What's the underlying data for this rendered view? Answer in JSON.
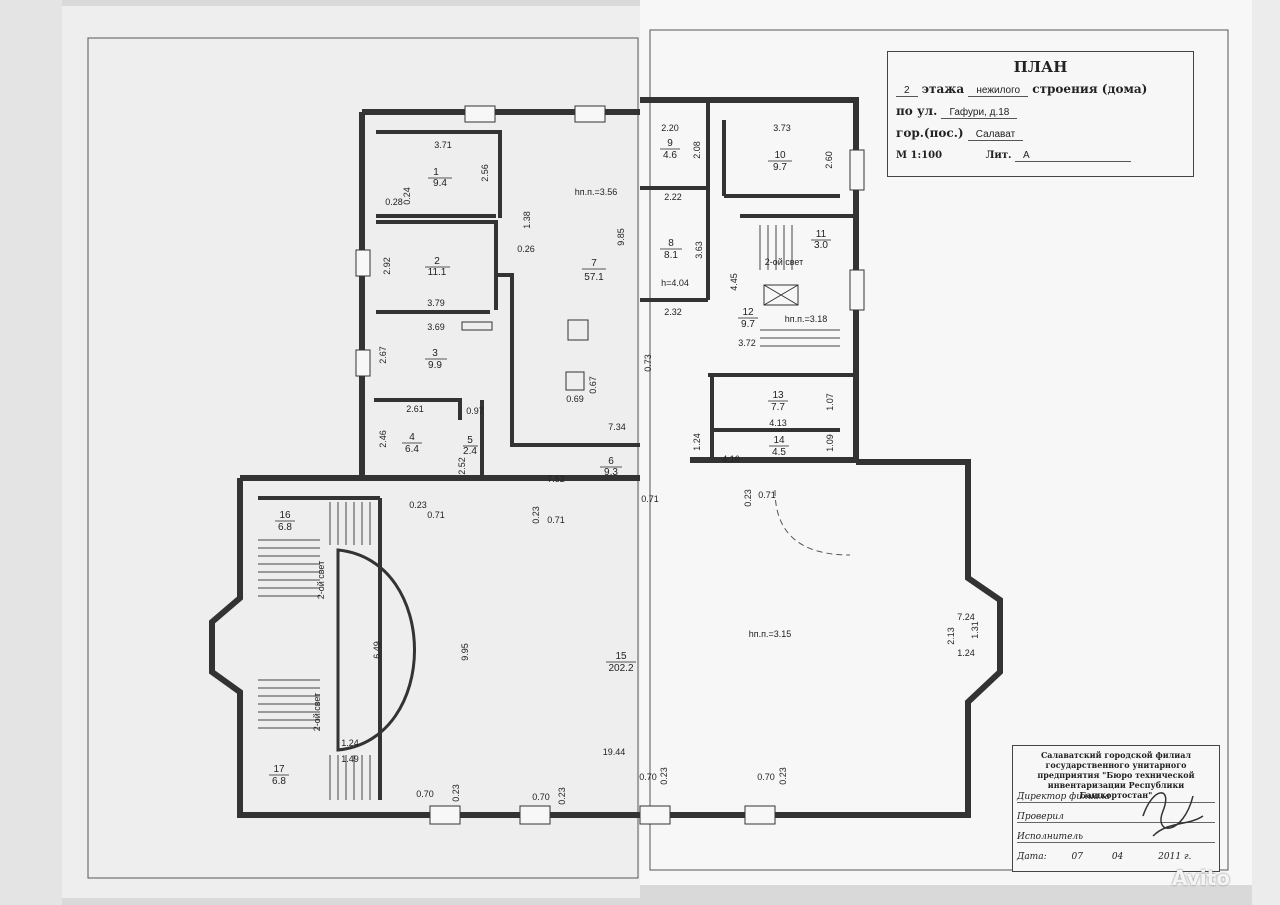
{
  "title_block": {
    "title": "ПЛАН",
    "floor_number": "2",
    "floor_word": "этажа",
    "usage_value": "нежилого",
    "building_type": "строения (дома)",
    "street_label": "по ул.",
    "street_value": "Гафури, д.18",
    "city_label": "гор.(пос.)",
    "city_value": "Салават",
    "scale": "М 1:100",
    "sheet_label": "Лит.",
    "sheet_value": "А"
  },
  "stamp": {
    "org": "Салаватский городской филиал государственного унитарного предприятия \"Бюро технической инвентаризации Республики Башкортостан\"",
    "director": "Директор филиала",
    "checked": "Проверил",
    "executor": "Исполнитель",
    "date_label": "Дата:",
    "date_day": "07",
    "date_month": "04",
    "date_year_prefix": "20",
    "date_year": "11",
    "date_suffix": "г."
  },
  "watermark": "Avito",
  "rooms": [
    {
      "num": "1",
      "area": "9.4"
    },
    {
      "num": "2",
      "area": "11.1"
    },
    {
      "num": "3",
      "area": "9.9"
    },
    {
      "num": "4",
      "area": "6.4"
    },
    {
      "num": "5",
      "area": "2.4"
    },
    {
      "num": "6",
      "area": "9.3"
    },
    {
      "num": "7",
      "area": "57.1"
    },
    {
      "num": "8",
      "area": "8.1"
    },
    {
      "num": "9",
      "area": "4.6"
    },
    {
      "num": "10",
      "area": "9.7"
    },
    {
      "num": "11",
      "area": "3.0"
    },
    {
      "num": "12",
      "area": "9.7"
    },
    {
      "num": "13",
      "area": "7.7"
    },
    {
      "num": "14",
      "area": "4.5"
    },
    {
      "num": "15",
      "area": "202.2"
    },
    {
      "num": "16",
      "area": "6.8"
    },
    {
      "num": "17",
      "area": "6.8"
    }
  ],
  "dimensions": [
    "3.71",
    "2.56",
    "0.28",
    "0.24",
    "1.38",
    "0.26",
    "2.92",
    "3.79",
    "3.69",
    "2.67",
    "2.61",
    "0.97",
    "2.46",
    "2.52",
    "7.52",
    "0.23",
    "0.71",
    "0.23",
    "0.71",
    "9.85",
    "0.69",
    "0.67",
    "0.73",
    "7.34",
    "2.20",
    "2.08",
    "2.22",
    "3.63",
    "2.32",
    "3.73",
    "2.60",
    "4.45",
    "3.72",
    "1.07",
    "4.13",
    "1.09",
    "4.16",
    "1.24",
    "0.71",
    "0.23",
    "0.71",
    "6.49",
    "9.95",
    "1.24",
    "1.49",
    "19.44",
    "0.70",
    "0.23",
    "0.70",
    "0.23",
    "0.70",
    "0.23",
    "0.70",
    "0.23",
    "2.13",
    "7.24",
    "1.31",
    "1.24"
  ],
  "heights": [
    "hп.п.=3.56",
    "h=4.04",
    "hп.п.=3.18",
    "hп.п.=3.15"
  ],
  "notes": [
    "2-ой свет",
    "2-ой свет",
    "2-ой свет"
  ]
}
